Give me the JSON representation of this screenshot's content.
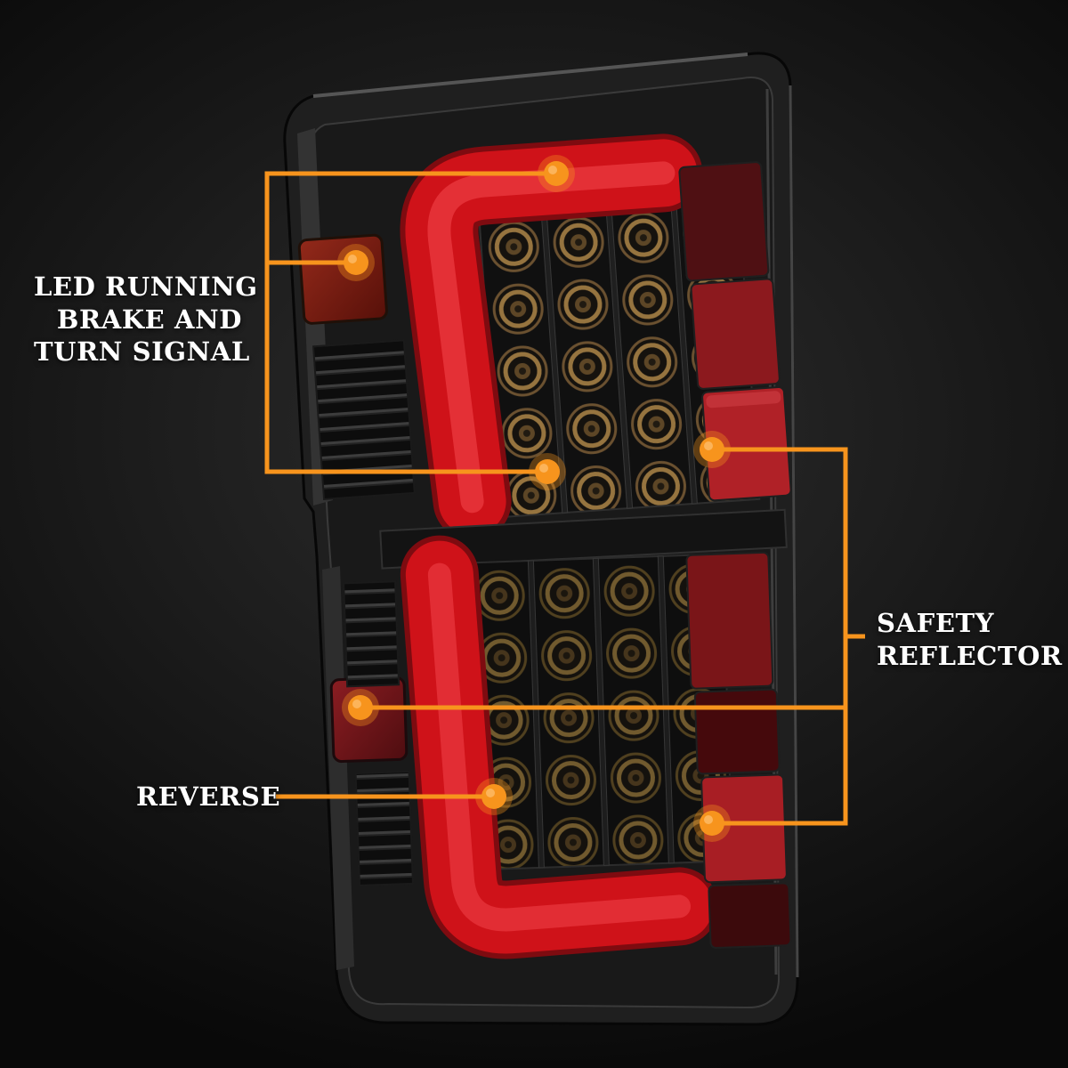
{
  "colors": {
    "accent_orange": "#F7941D",
    "light_bar_red": "#CF1219",
    "background": "#0B0B0B"
  },
  "callouts": {
    "led_running": {
      "lines": [
        "LED RUNNING",
        "BRAKE AND",
        "TURN SIGNAL"
      ]
    },
    "safety_reflector": {
      "lines": [
        "SAFETY",
        "REFLECTOR"
      ]
    },
    "reverse": {
      "lines": [
        "REVERSE"
      ]
    }
  }
}
